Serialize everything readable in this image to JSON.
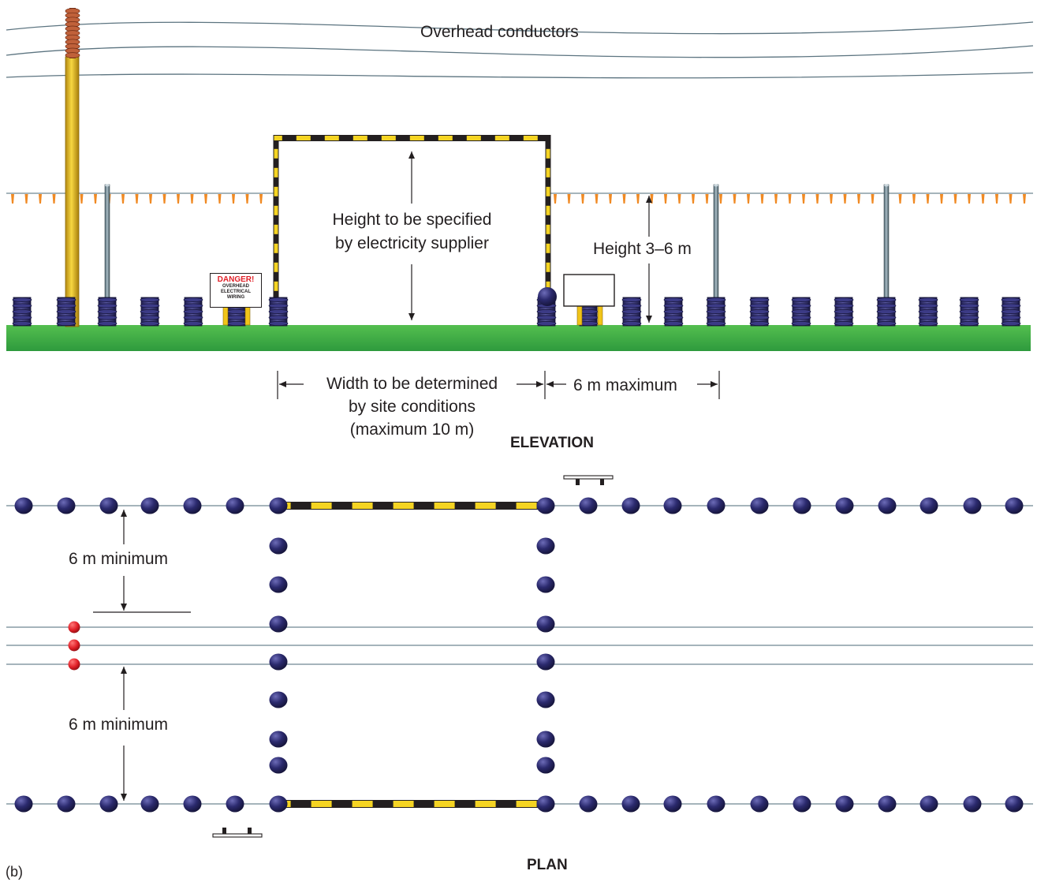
{
  "labels": {
    "overhead": "Overhead conductors",
    "height_spec_1": "Height to be specified",
    "height_spec_2": "by electricity supplier",
    "height_range": "Height 3–6 m",
    "width_1": "Width to be determined",
    "width_2": "by site conditions",
    "width_3": "(maximum 10 m)",
    "max6": "6 m maximum",
    "elevation": "ELEVATION",
    "min6_top": "6 m minimum",
    "min6_bottom": "6 m minimum",
    "panel": "(b)",
    "plan": "PLAN"
  },
  "sign": {
    "title": "DANGER!",
    "line1": "OVERHEAD",
    "line2": "ELECTRICAL",
    "line3": "WIRING"
  },
  "colors": {
    "ground": "#3fae49",
    "barrier_yellow": "#f5d423",
    "barrier_black": "#231f20",
    "drum": "#2b2a6e",
    "bunting": "#f08a24",
    "pole": "#f0c419",
    "insulator": "#b5532c",
    "conductor_marker": "#e01e26",
    "wire": "#7f9aa6"
  },
  "icons": [
    "danger-sign",
    "tyre-drum-icon",
    "bunting-flag-icon",
    "wooden-pole-icon",
    "insulator-icon"
  ]
}
